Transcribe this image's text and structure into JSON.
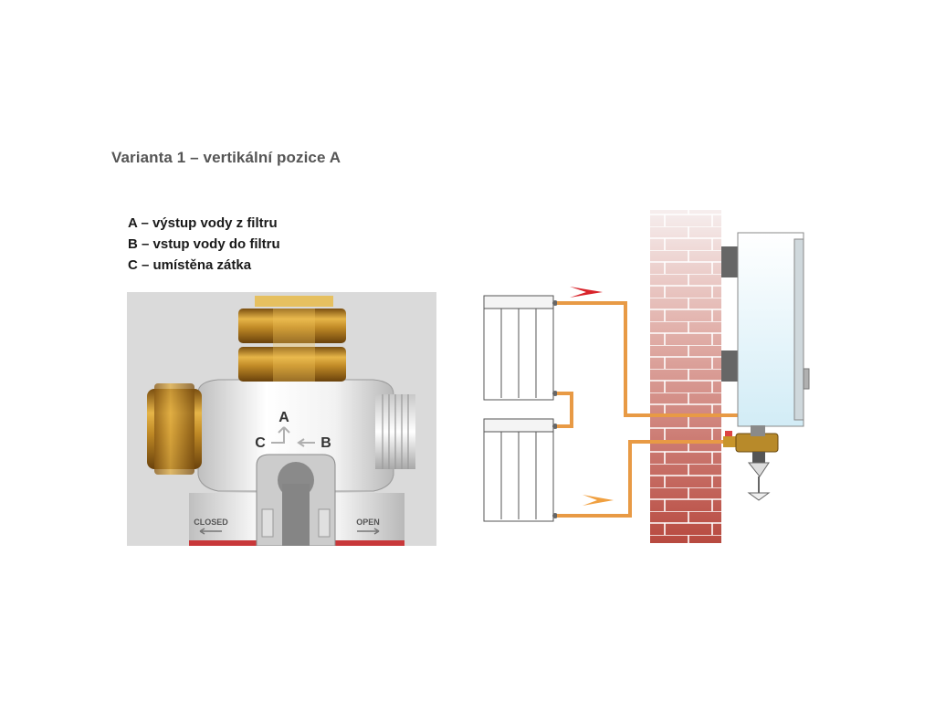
{
  "heading": "Varianta 1 – vertikální pozice A",
  "legend": [
    "A – výstup vody z filtru",
    "B – vstup vody do filtru",
    "C – umístěna zátka"
  ],
  "photo": {
    "label_a": "A",
    "label_b": "B",
    "label_c": "C",
    "closed_label": "CLOSED",
    "open_label": "OPEN"
  },
  "colors": {
    "brass": "#c8952a",
    "pipe": "#e89a45",
    "brick_top": "#f6eeee",
    "brick_bottom": "#b84a40",
    "arrow_out": "#d8232a",
    "arrow_in": "#f0a040"
  }
}
